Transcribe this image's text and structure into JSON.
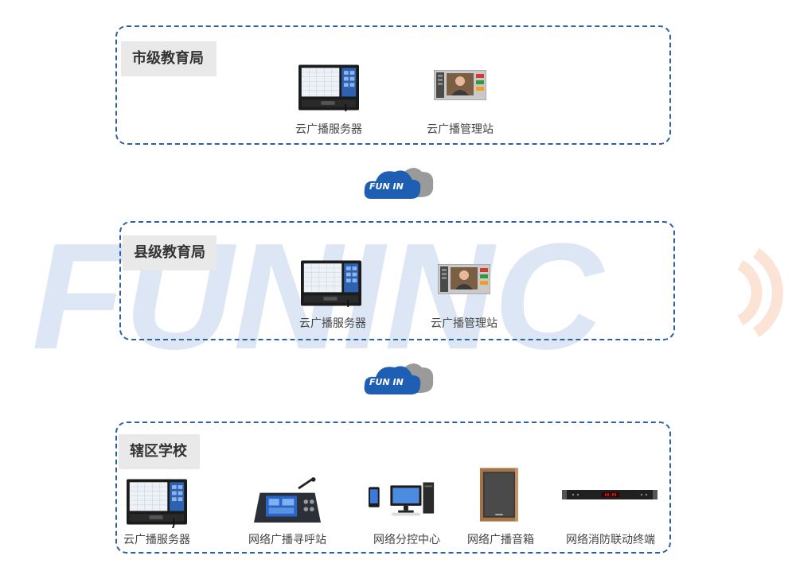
{
  "brand_watermark": "FUNINC",
  "cloud_logo_text": "FUN IN",
  "colors": {
    "panel_border": "#2c5fa3",
    "label_bg": "#e9e9e9",
    "watermark_blue": "#dde6f4",
    "watermark_orange": "#fbe3d6",
    "cloud_blue": "#1f5fb3",
    "cloud_gray": "#9a9a9a"
  },
  "tiers": [
    {
      "label": "市级教育局",
      "devices": [
        {
          "name": "云广播服务器",
          "icon": "rack-server-icon"
        },
        {
          "name": "云广播管理站",
          "icon": "management-station-icon"
        }
      ]
    },
    {
      "label": "县级教育局",
      "devices": [
        {
          "name": "云广播服务器",
          "icon": "rack-server-icon"
        },
        {
          "name": "云广播管理站",
          "icon": "management-station-icon"
        }
      ]
    },
    {
      "label": "辖区学校",
      "devices": [
        {
          "name": "云广播服务器",
          "icon": "rack-server-icon"
        },
        {
          "name": "网络广播寻呼站",
          "icon": "paging-station-icon"
        },
        {
          "name": "网络分控中心",
          "icon": "control-center-icon"
        },
        {
          "name": "网络广播音箱",
          "icon": "speaker-icon"
        },
        {
          "name": "网络消防联动终端",
          "icon": "fire-terminal-icon"
        }
      ]
    }
  ]
}
